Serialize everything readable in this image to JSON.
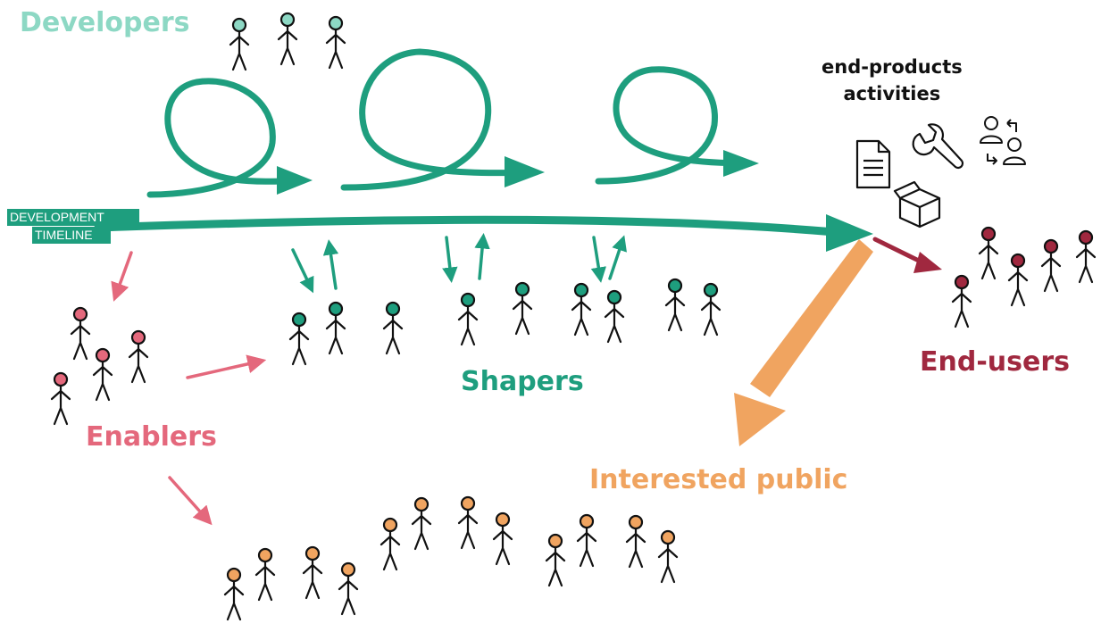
{
  "labels": {
    "developers": "Developers",
    "shapers": "Shapers",
    "enablers": "Enablers",
    "end_users": "End-users",
    "interested_public": "Interested public",
    "activities_line1": "end-products",
    "activities_line2": "activities",
    "timeline_line1": "DEVELOPMENT",
    "timeline_line2": "TIMELINE"
  },
  "colors": {
    "developers": "#8dd8c4",
    "shapers": "#1e9e7e",
    "enablers": "#e4687c",
    "end_users": "#a0283f",
    "interested_public": "#f0a460",
    "arrow_main": "#1e9e7e",
    "arrow_users": "#a0283f",
    "arrow_public": "#f0a460",
    "arrow_enablers": "#e4687c"
  },
  "icons": [
    "document-icon",
    "wrench-icon",
    "box-icon",
    "user-exchange-icon"
  ]
}
